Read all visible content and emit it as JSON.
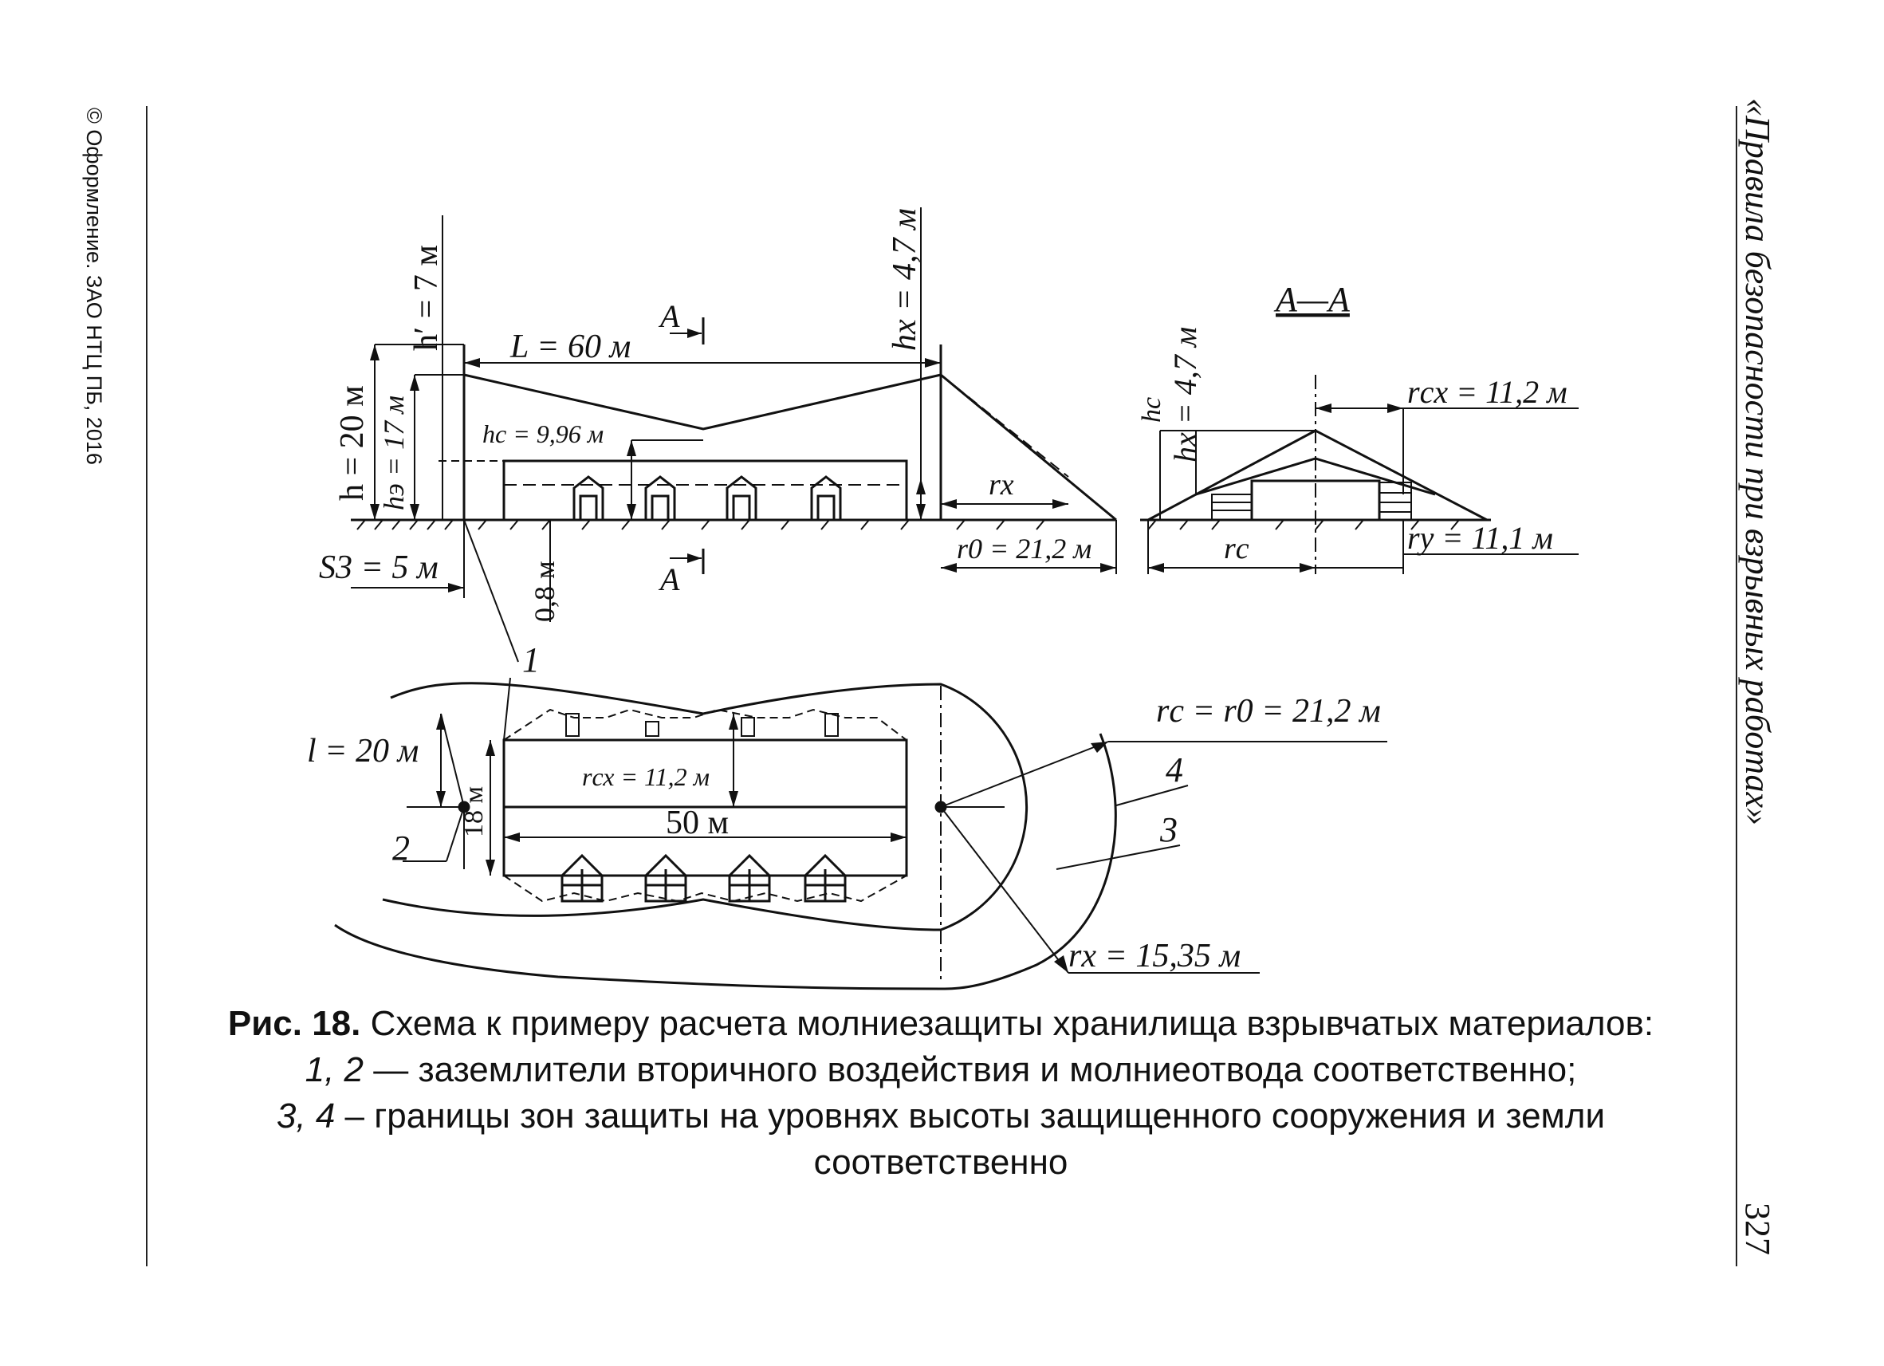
{
  "page": {
    "copyright": "© Оформление. ЗАО НТЦ ПБ, 2016",
    "running_title": "«Правила безопасности при взрывных работах»",
    "page_number": "327"
  },
  "figure": {
    "section_label": "A—A",
    "section_mark": "A",
    "side_view": {
      "L": "L = 60 м",
      "h_prime": "h′ = 7 м",
      "h": "h = 20 м",
      "h_e": "hэ = 17 м",
      "h_c": "hс = 9,96 м",
      "h_x": "hx = 4,7 м",
      "r_x": "rx",
      "r_0": "r0 = 21,2 м",
      "S_3": "S3 = 5 м",
      "gap": "0,8 м"
    },
    "section_view": {
      "h_c": "hс",
      "h_x": "hx = 4,7 м",
      "r_cx": "rсx = 11,2 м",
      "r_c": "rс",
      "r_y": "rу = 11,1 м"
    },
    "plan_view": {
      "l": "l = 20 м",
      "width": "18 м",
      "length": "50 м",
      "r_cx": "rсх = 11,2 м",
      "r_c_r_0": "rс = r0 = 21,2 м",
      "r_x": "rx = 15,35 м",
      "marker_1": "1",
      "marker_2": "2",
      "marker_3": "3",
      "marker_4": "4"
    }
  },
  "caption": {
    "title_bold": "Рис. 18.",
    "title_rest": " Схема к примеру расчета молниезащиты хранилища взрывчатых материалов:",
    "line2_num": "1, 2",
    "line2_text": " — заземлители вторичного воздействия и молниеотвода соответственно;",
    "line3_num": "3, 4",
    "line3_text": " – границы зон защиты на уровнях высоты защищенного сооружения и земли соответственно"
  }
}
